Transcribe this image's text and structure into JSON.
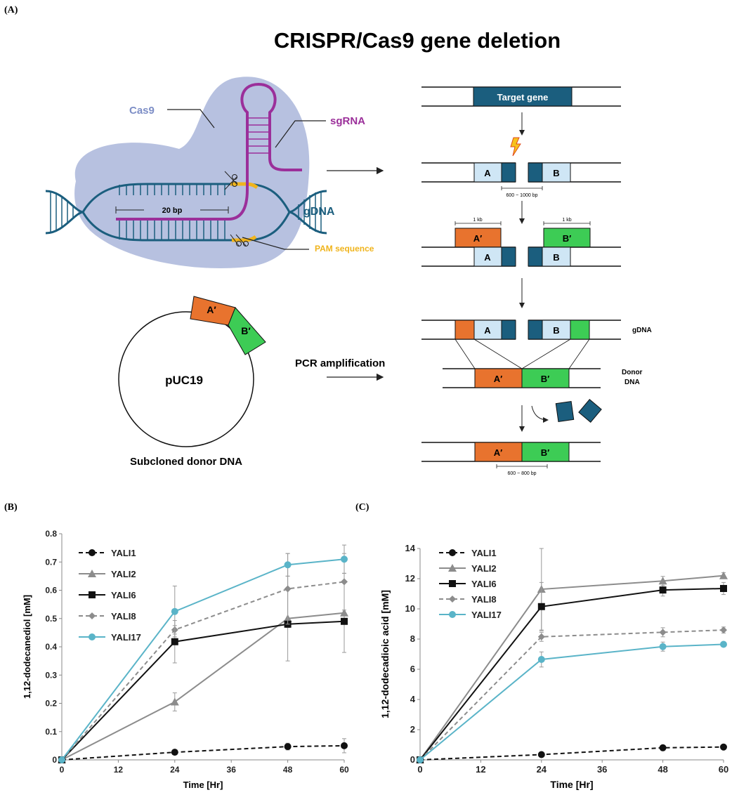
{
  "panels": {
    "a_label": "(A)",
    "b_label": "(B)",
    "c_label": "(C)"
  },
  "diagram": {
    "title": "CRISPR/Cas9 gene deletion",
    "cas9": "Cas9",
    "sgrna": "sgRNA",
    "gdna_label": "gDNA",
    "spacer": "20 bp",
    "pam": "PAM sequence",
    "plasmid": "pUC19",
    "plasmid_caption": "Subcloned donor DNA",
    "pcr": "PCR amplification",
    "target_gene": "Target gene",
    "seg_a": "A",
    "seg_b": "B",
    "seg_a_prime": "A′",
    "seg_b_prime": "B′",
    "gap_range": "600 ~ 1000 bp",
    "arm_len_1": "1 kb",
    "arm_len_2": "1 kb",
    "gdna_right": "gDNA",
    "donor_1": "Donor",
    "donor_2": "DNA",
    "final_range": "600 ~ 800 bp",
    "colors": {
      "dark_teal": "#1b5e7e",
      "light_blue": "#cfe6f5",
      "orange": "#e8732e",
      "green": "#3dcc55",
      "magenta": "#9b2f9a",
      "pam": "#f0b41c",
      "cas9": "#aab6da"
    }
  },
  "chart_data": [
    {
      "type": "line",
      "title": "",
      "xlabel": "Time [Hr]",
      "ylabel": "1,12-dodecanediol [mM]",
      "x": [
        0,
        24,
        48,
        60
      ],
      "xticks": [
        "0",
        "12",
        "24",
        "36",
        "48",
        "60"
      ],
      "yticks": [
        "0",
        "0.1",
        "0.2",
        "0.3",
        "0.4",
        "0.5",
        "0.6",
        "0.7",
        "0.8"
      ],
      "xlim": [
        0,
        60
      ],
      "ylim": [
        0,
        0.8
      ],
      "legend": "top-left",
      "series": [
        {
          "name": "YALI1",
          "values": [
            0,
            0.027,
            0.047,
            0.05
          ],
          "err": [
            0,
            0.005,
            0.012,
            0.025
          ],
          "color": "#111111",
          "dash": "dashed",
          "marker": "circle"
        },
        {
          "name": "YALI2",
          "values": [
            0,
            0.205,
            0.5,
            0.52
          ],
          "err": [
            0,
            0.032,
            0.15,
            0.14
          ],
          "color": "#8c8c8c",
          "dash": "solid",
          "marker": "triangle"
        },
        {
          "name": "YALI6",
          "values": [
            0,
            0.418,
            0.48,
            0.49
          ],
          "err": [
            0,
            0.075,
            0.012,
            0.01
          ],
          "color": "#111111",
          "dash": "solid",
          "marker": "square"
        },
        {
          "name": "YALI8",
          "values": [
            0,
            0.46,
            0.605,
            0.63
          ],
          "err": [
            0,
            0.015,
            0.125,
            0.1
          ],
          "color": "#8c8c8c",
          "dash": "dashed",
          "marker": "diamond"
        },
        {
          "name": "YALI17",
          "values": [
            0,
            0.525,
            0.69,
            0.71
          ],
          "err": [
            0,
            0.09,
            0.04,
            0.05
          ],
          "color": "#5ab4c8",
          "dash": "solid",
          "marker": "circle"
        }
      ]
    },
    {
      "type": "line",
      "title": "",
      "xlabel": "Time [Hr]",
      "ylabel": "1,12-dodecadioic acid [mM]",
      "x": [
        0,
        24,
        48,
        60
      ],
      "xticks": [
        "0",
        "12",
        "24",
        "36",
        "48",
        "60"
      ],
      "yticks": [
        "0",
        "2",
        "4",
        "6",
        "8",
        "10",
        "12",
        "14"
      ],
      "xlim": [
        0,
        60
      ],
      "ylim": [
        0,
        14
      ],
      "legend": "top-left",
      "series": [
        {
          "name": "YALI1",
          "values": [
            0,
            0.35,
            0.8,
            0.85
          ],
          "err": [
            0,
            0.05,
            0.1,
            0.1
          ],
          "color": "#111111",
          "dash": "dashed",
          "marker": "circle"
        },
        {
          "name": "YALI2",
          "values": [
            0,
            11.3,
            11.85,
            12.2
          ],
          "err": [
            0,
            2.7,
            0.3,
            0.2
          ],
          "color": "#8c8c8c",
          "dash": "solid",
          "marker": "triangle"
        },
        {
          "name": "YALI6",
          "values": [
            0,
            10.15,
            11.25,
            11.35
          ],
          "err": [
            0,
            1.6,
            0.4,
            0.4
          ],
          "color": "#111111",
          "dash": "solid",
          "marker": "square"
        },
        {
          "name": "YALI8",
          "values": [
            0,
            8.15,
            8.45,
            8.6
          ],
          "err": [
            0,
            0.3,
            0.3,
            0.2
          ],
          "color": "#8c8c8c",
          "dash": "dashed",
          "marker": "diamond"
        },
        {
          "name": "YALI17",
          "values": [
            0,
            6.65,
            7.5,
            7.65
          ],
          "err": [
            0,
            0.5,
            0.3,
            0.15
          ],
          "color": "#5ab4c8",
          "dash": "solid",
          "marker": "circle"
        }
      ]
    }
  ]
}
